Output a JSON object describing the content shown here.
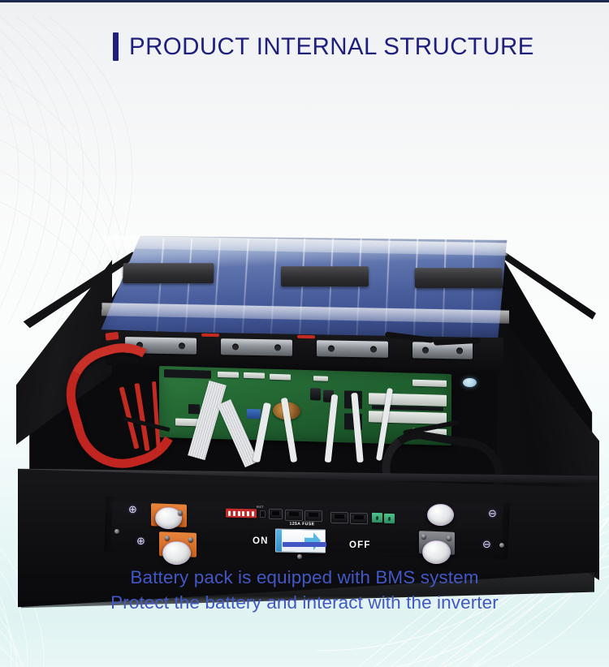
{
  "page": {
    "title": "PRODUCT INTERNAL STRUCTURE",
    "accent_color": "#1f1f7d",
    "caption_color": "#4257c4",
    "background_top": "#eef0f2",
    "background_bottom": "#dff3f2"
  },
  "header": {
    "title": "PRODUCT INTERNAL STRUCTURE"
  },
  "product": {
    "alt": "Lithium battery pack internal structure, open steel cabinet",
    "cells": {
      "label": "prismatic-lithium-cells",
      "module_count": 3
    },
    "bms": {
      "label": "BMS control board"
    },
    "front_panel": {
      "switch_on_label": "ON",
      "switch_off_label": "OFF",
      "fuse_label": "125A FUSE",
      "reset_label": "RST",
      "positive_symbol": "⊕",
      "negative_symbol": "⊖",
      "positive_symbol_top": "⊕",
      "negative_symbol_top": "⊖",
      "dip_switch_color": "#c62b2b",
      "terminal_plate_color": "#e8853c",
      "comm_terminal_color": "#4fc58d"
    }
  },
  "caption": {
    "line1": "Battery pack is equipped with BMS system",
    "line2": "Protect the battery and interact with the inverter"
  }
}
